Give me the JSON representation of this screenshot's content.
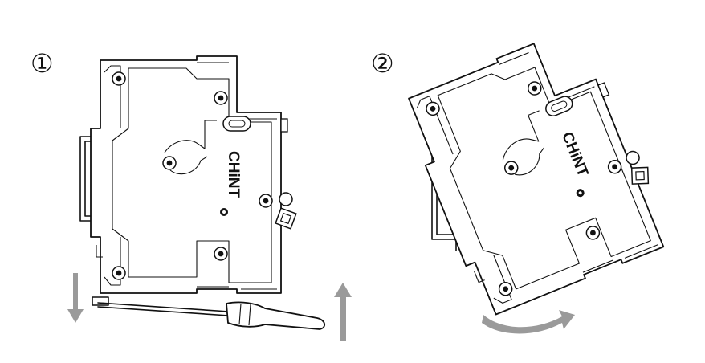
{
  "steps": [
    {
      "number": "①",
      "brand": "CHiNT"
    },
    {
      "number": "②",
      "brand": "CHiNT"
    }
  ]
}
